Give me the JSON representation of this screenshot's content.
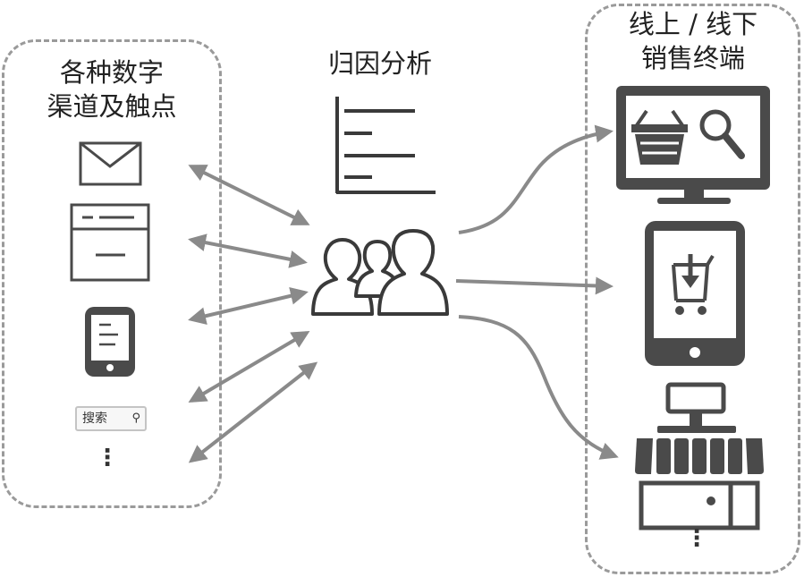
{
  "left_group": {
    "title_line1": "各种数字",
    "title_line2": "渠道及触点",
    "channels": [
      {
        "icon": "email-icon"
      },
      {
        "icon": "webpage-icon"
      },
      {
        "icon": "mobile-phone-icon"
      },
      {
        "icon": "search-box-icon",
        "label": "搜索",
        "glyph": "🔍"
      },
      {
        "icon": "ellipsis",
        "label": "⋮"
      }
    ]
  },
  "center": {
    "title": "归因分析",
    "icons": [
      "bar-list-icon",
      "users-group-icon"
    ]
  },
  "right_group": {
    "title_line1": "线上 / 线下",
    "title_line2": "销售终端",
    "terminals": [
      {
        "icon": "desktop-shop-icon"
      },
      {
        "icon": "tablet-cart-icon"
      },
      {
        "icon": "store-front-icon"
      },
      {
        "icon": "ellipsis",
        "label": "⋮"
      }
    ]
  },
  "colors": {
    "icon": "#4a4a4a",
    "arrow": "#8a8a8a",
    "dashed_border": "#9a9a9a"
  }
}
